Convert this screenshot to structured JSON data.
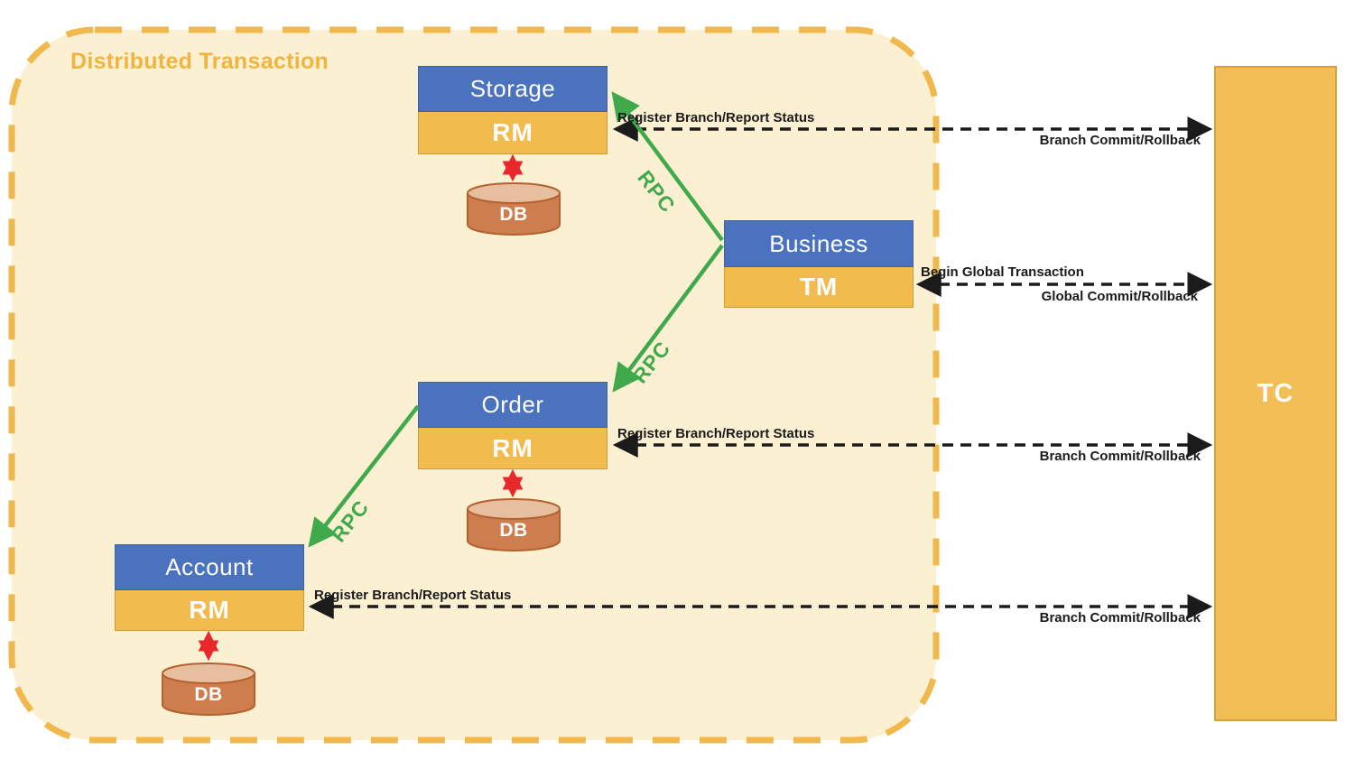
{
  "title": "Distributed Transaction",
  "services": {
    "storage": {
      "name": "Storage",
      "role": "RM",
      "db": "DB"
    },
    "business": {
      "name": "Business",
      "role": "TM"
    },
    "order": {
      "name": "Order",
      "role": "RM",
      "db": "DB"
    },
    "account": {
      "name": "Account",
      "role": "RM",
      "db": "DB"
    }
  },
  "coordinator": {
    "label": "TC"
  },
  "rpc_label": "RPC",
  "messages": {
    "register_branch": "Register Branch/Report Status",
    "branch_commit": "Branch Commit/Rollback",
    "begin_global": "Begin Global Transaction",
    "global_commit": "Global Commit/Rollback"
  },
  "colors": {
    "service_header_blue": "#4a72be",
    "manager_yellow": "#f1bb4d",
    "coordinator_fill": "#f2be55",
    "boundary_dash": "#f1b94d",
    "boundary_fill": "#fbf0d2",
    "rpc_green": "#3fa94c",
    "db_sync_red": "#e8282b",
    "message_black": "#1b1b1b",
    "db_body": "#ce7e4e",
    "db_top": "#e8bf9e"
  }
}
